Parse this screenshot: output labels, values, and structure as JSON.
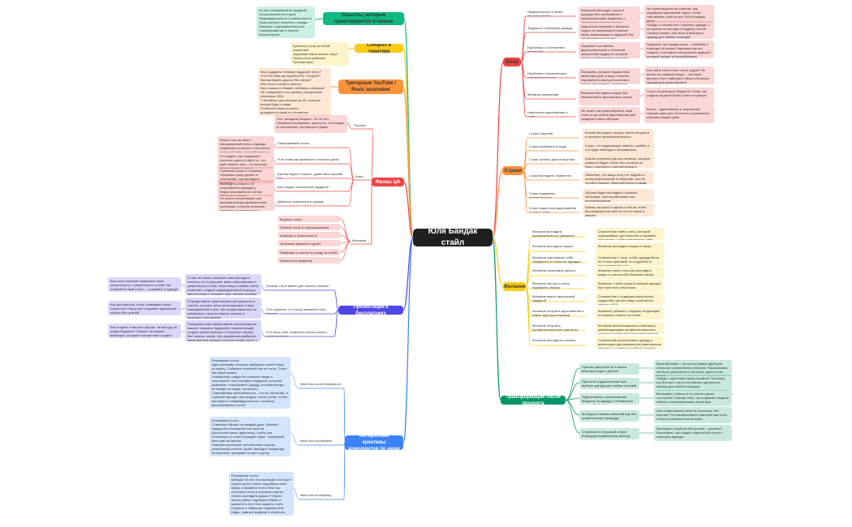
{
  "root": {
    "label": "Юля Бандак стайл"
  },
  "colors": {
    "green": "#10b981",
    "yellow": "#facc15",
    "orange": "#fb923c",
    "red": "#ef4444",
    "indigo": "#4f46e5",
    "blue": "#3b82f6",
    "teal": "#059669",
    "amber": "#f59e0b"
  },
  "branches": [
    {
      "id": "b1",
      "label": "Смыслы, которые транслируются в канале",
      "color": "#10b981",
      "side": "left",
      "children": [
        {
          "id": "b1c1",
          "lines": [
            "Из чего складывается гардероб",
            "Экоосознанность и цена",
            "Индивидуальность и уникальность",
            "Практическое понятие и поводы",
            "Комфорт и функциональность",
            "Самовыражение и личное благополучие"
          ]
        }
      ]
    },
    {
      "id": "b2",
      "label": "Спецназ в тематике",
      "color": "#facc15",
      "side": "left",
      "children": [
        {
          "id": "b2c1",
          "lines": [
            "Красота и уход за собой, косметика",
            "Здоровый образ жизни, спорт",
            "Личностное развитие",
            "Путешествия"
          ]
        }
      ]
    },
    {
      "id": "b3",
      "label": "Тригерные YouTube / Reels заголовки",
      "color": "#fb923c",
      "side": "left",
      "children": [
        {
          "id": "b3c1",
          "lines": [
            "Как создавать неновые гардероб легко?",
            "Я ОПОСОВА как ЗАМЕНИТЬ УПАДОК?",
            "Как выглядеть дорого без затрат?",
            "Как стиль отличить работу?",
            "Как стоимость бывает любимого образом?",
            "Не совершайте эту ошибку | Актуальные ключевые 2024",
            "7 основных для женщин до 45, которые всегда будут в моде",
            "Стильный образ из всего",
            "доходных в шкаф со стилистом"
          ]
        }
      ]
    },
    {
      "id": "b4",
      "label": "Фразы ЦА",
      "color": "#ef4444",
      "side": "left",
      "groups": [
        {
          "id": "g1",
          "label": "Портрет",
          "items": [
            {
              "text": "Пол: женщины\nВозраст: 25–45 лет\nСемейное положение, занятость, состоящие в отношениях, состоящие в браке"
            }
          ]
        },
        {
          "id": "g2",
          "label": "Боли",
          "items": [
            {
              "q": "Повседневный стиль",
              "a": "Берете как же много повседневный стиль в одежде. Лифбрами и гонкость стильности в каждый день, который помогут быть в тренде."
            },
            {
              "q": "Я не знаю как правильно сочетать цвета",
              "a": "Что надеть, как правильно сочетать цвета и найти то, что идёт именно мне – не получаю ничего нового и стиля."
            },
            {
              "q": "Как выглядеть стильно, даже имея лишний вес",
              "a": "Полезный канал с готовыми образами сразу удобно в сочетаниях, как выглядеть стильно."
            },
            {
              "q": "Как создать капсульный гардероб",
              "a": "Выглядеть стильно, не отпугиваться одеждой у Модострорования и стилем образов на волне."
            },
            {
              "q": "Добиться изменения в одежде",
              "a": "Не иначе наполнившие при акклиматизации динамические коллекции, которые помогают перемены во внешности и крупному."
            }
          ]
        },
        {
          "id": "g3",
          "label": "Желания",
          "items": [
            {
              "q": "Модные стиль"
            },
            {
              "q": "Личный стиль и самовыражение"
            },
            {
              "q": "Комфорт и практичность"
            },
            {
              "q": "Экономия времени и денег"
            },
            {
              "q": "Лайфхаки и советы по уходу за собой"
            },
            {
              "q": "Личностное развитие"
            }
          ]
        }
      ]
    },
    {
      "id": "b5",
      "label": "Презентация к бесплатнику",
      "color": "#4f46e5",
      "side": "left",
      "children": [
        {
          "q": "Почему стиль важен для личного образа?",
          "a": "Стиль не только помогает вам выглядеть стильно, но и улучшает ваше самочувствие и уверенность в себе. Имея вещи в своём стиле, позволяет создать индивидуальный подход к вам честным и отражать ваш личный модном мире.",
          "s": "Как стиль помогает выражать свою уникальность и уверенность в себе? Вы отражаете свой стиль — отражают в одежде и себе."
        },
        {
          "q": "Я не уверена, что смогу применить все знания",
          "a": "Я предоставлю практические инструменты и советы, которые легко интегрировать в ваш повседневный стиль. Мы предоставим все на конкретных, простых ваших потерях в реальных результатах.",
          "s": "Как доступность стиль сглаживает ваше сомнения? Научу вас создавать идеальные образы без усилий."
        },
        {
          "q": "Я не могу себе позволить тратить много денег на моду",
          "a": "Показываю вам эффективное использование вашего текущего гардероба, покупок вещей, создать многообразные и стильные образы без лишних затрат. Мы предлагаем выбирать качественную одежду, которая служит долго и выглядит.",
          "s": "Как создать стильные образы, не выходя за рамки бюджета? Узнайте на нашем вебинаре, который поможет вам создать экономичную и модную гардероба."
        }
      ]
    },
    {
      "id": "b6",
      "label": "Интересные креативы конкурентов по нише",
      "color": "#3b82f6",
      "side": "left",
      "children": [
        {
          "link": "https://vk.com/#Vkstyleprovn",
          "lines": [
            "Рекламные посты",
            "Идеи рекламы, которые подбирает своей образ из месяц. Соберите сезонный как не готов. Стиль как образ жизни.",
            "Уникальные скидки на стильные вещи и популярное. Как составить гардероб, который развивает, и выбирайте одежду, которая всегда не выйдет из моды, на начало.",
            "Современная женственность – это не богатство, а глубокие эмоции. Как создать стиль у себя, чтобы выглядеть и индивидуальность и красоту, рассказываем в посте."
          ]
        },
        {
          "link": "https://vk.com/stylanin",
          "lines": [
            "Рекламные посты",
            "Стильные образы на каждый день. Базовый гардероб в посещении как свои на.",
            "Достаточно взять одну вещь, чтобы она отличалась в стиле в каждой образ. Трендовый цвет уже на канале.",
            "Новинки коллекций, женственные образы, уникальный контент, жизнь бренда и тенденции интересные, узнавайте к нам в группу."
          ]
        },
        {
          "link": "https://vk.com/stylung",
          "lines": [
            "Рекламные посты",
            "Меньше 30 лет. Как выглядеть на пике? Нужно просто уметь подобрать свой образ, в моменте в этот блог вы отличили стиль и хорошие советы.",
            "Хотите выглядеть дорого? Нужно просто уметь подобрать образ, в моменте в этот блог вашего стиля.",
            "Секреты и лайфхаки современной моды, главные модники и стилисты."
          ]
        }
      ]
    },
    {
      "id": "b7",
      "label": "Боли",
      "color": "#ef4444",
      "side": "right",
      "children": [
        {
          "q": "Неуверенность в своем внешнем виде",
          "a": "Женщины выглядят лучше в одеждах без пребывания и экстремальными модными, и стилистических подсказках.",
          "s": "Не ориентируюсь по советам, как подобрать идеальный образ, чтобы чувствовать себя на все 100% каждый день!"
        },
        {
          "q": "Трудности с выбором одежды",
          "a": "Недостаток времени и желания ходить по магазинам в поисках вещи, включающих в гардероб без обновления гардероба.",
          "s": "Забудь о сложностях и поисках одежды, с которыми ты никогда не будешь собой! Сколько можно, как легко и выбирать одежду для любых ситуаций."
        },
        {
          "q": "Проблемы с сочетанием гардероба",
          "a": "Неумение составлять функциональный и стильный капсульный гардероб, который можно комбинировать разными способами для создания различных образов.",
          "s": "Гардероб, где каждая вещь – любимая и подходит ко всему! Научимся как его создать и составить капсульный гардероб, который сможет и разнообразить сочетание вещей и образов."
        },
        {
          "q": "Проблемы с восприятием собственного тела",
          "a": "Женщины, которые недовольны своей фигурой, и ищут способы подчеркнуть свои достоинства и скрыть недостатки с помощью одежды и стилей.",
          "s": "Как найти свой стиль после родов? Не важна ты размера вокруг – как свою фигуру стоит подбирать образ в большое одежда для разнообразия."
        },
        {
          "q": "Желание изменений",
          "a": "Желание выглядеть модно без значительных финансовых затрат.",
          "s": "Стиль на довольно бюджете! Узнай, как создать модный образ и быть в тренде!"
        },
        {
          "q": "Недостаток вдохновения и идей",
          "a": "Не знают, как разнообразить свой стиль и где искать вдохновение для создания новых образов.",
          "s": "Канал – вдохновение и творчество! Свежие идеи для стильных и уникальных образов каждый день."
        }
      ]
    },
    {
      "id": "b8",
      "label": "Страхи",
      "color": "#fb923c",
      "side": "right",
      "children": [
        {
          "q": "Страх старения",
          "a": "Боязнь выглядеть старше своего возраста и потерять привлекательность."
        },
        {
          "q": "Страх пребывать в моде",
          "a": "Страх, что окружающие заметят ошибку, и что будет выглядеть неправильно."
        },
        {
          "q": "Страх тратить деньги впустую",
          "a": "Боязнь потратить деньги на вещи, которые окажутся будут стоить или которые не будут подходить к другим вещам в гардеробе."
        },
        {
          "q": "Страх выглядеть неуместно",
          "a": "Опасение, что вещи могут не подойти к этому мероприятию в обществе, или не соответствовать общепринятым нормам."
        },
        {
          "q": "Страх неудачных экспериментов",
          "a": "Образы будут выглядеть слишком пестрыми, неестественными или неприемлемыми."
        },
        {
          "q": "Страх недостатка вдохновения и новых идей",
          "a": "Боязнь застрять в одном и том же стиле без возможности внести что-то новое и свежее."
        }
      ]
    },
    {
      "id": "b9",
      "label": "Желания",
      "color": "#facc15",
      "side": "right",
      "children": [
        {
          "q": "Желание выглядеть привлекательно и уверенно",
          "a": "Стремление найти стиль, который подчеркивает достоинства и скрывает недостатки, чтобы чувствовать себя привлекательной."
        },
        {
          "q": "Желание выглядеть модно",
          "a": "Желание выглядеть модно и свежо."
        },
        {
          "q": "Желание чувствовать себя комфортно в стильных одеждах",
          "a": "Стремление к тому, чтобы одежда была не только красивой, но и удобной в повседневной носке."
        },
        {
          "q": "Желание сэкономить деньги",
          "a": "Желание найти способы выглядеть модно и стильно без больших затрат."
        },
        {
          "q": "Желание быстро и легко подбирать образы",
          "a": "Желание, чтобы процесс выбора одежды был простым и быстрым."
        },
        {
          "q": "Желание иметь капсульный гардероб",
          "a": "Стремление к созданию капсульного гардероба, где все вещи сочетаются между собой."
        },
        {
          "q": "Желание получить вдохновение и новые идеи для образов",
          "a": "Желание узнавать о модных тенденциях и получать советы по стилю."
        },
        {
          "q": "Желание получить профессиональные советы по стилю",
          "a": "Желание воспользоваться советами и рекомендациями профессионального стилиста, чтобы улучшить свой личный стиль."
        },
        {
          "q": "Желание выглядеть стильно",
          "a": "Стремление использовать одежду и аксессуары для визуального уменьшения объема и создания стройного силуэта."
        }
      ]
    },
    {
      "id": "b10",
      "label": "Трансформация после продукта",
      "color": "#059669",
      "side": "right",
      "children": [
        {
          "q": "Чувство уверенности в своем внешнем виде и умение подчеркивать свои достоинства",
          "a": "Креатив Канал – источник свежих идей для стильных и уникальных образов. Рассказываю, как быть уверенной и стильной, даже после родов."
        },
        {
          "q": "Простота и удовольствие при выборе одежды для любых случаев",
          "a": "Забудь о мучениях перед шкафом! Расскажу, как быстро и легко составлять идеальные образы для любой ситуации."
        },
        {
          "q": "Эффективное использование бюджета на одежду и обновление гардероба без больших затрат",
          "a": "Выглядеть стильно и не тратить денег состояние? Покажу тебе, как создавать модные образы с минимальными затратами."
        },
        {
          "q": "Молодая и свежая внешний вид без косметических процедур",
          "a": "Как почувствовать себя на несколько лет моложе? На нашем канале советуем как легко и быстро изменить свой образ."
        },
        {
          "q": "Стройный и статусный силуэт благодаря правильному выбору одежды",
          "a": "Выглядеть стройнее без усилий – реально! Расскажем, как создать идеальный силуэт с помощью одежды."
        }
      ]
    }
  ]
}
